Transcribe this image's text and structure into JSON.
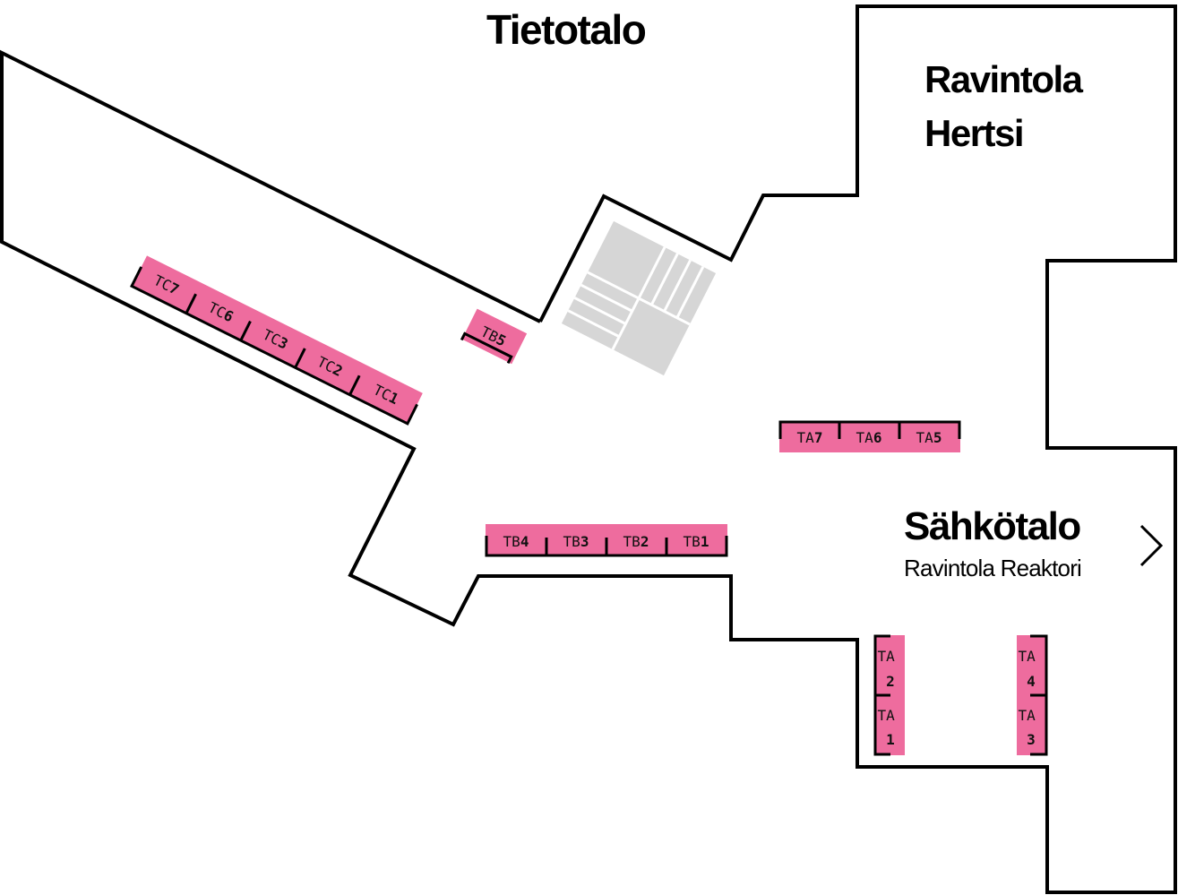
{
  "buildings": {
    "tietotalo": {
      "name": "Tietotalo"
    },
    "hertsi": {
      "line1": "Ravintola",
      "line2": "Hertsi"
    },
    "sahkotalo": {
      "name": "Sähkötalo",
      "subtitle": "Ravintola Reaktori"
    }
  },
  "rooms": {
    "TC7": {
      "prefix": "TC",
      "num": "7"
    },
    "TC6": {
      "prefix": "TC",
      "num": "6"
    },
    "TC3": {
      "prefix": "TC",
      "num": "3"
    },
    "TC2": {
      "prefix": "TC",
      "num": "2"
    },
    "TC1": {
      "prefix": "TC",
      "num": "1"
    },
    "TB5": {
      "prefix": "TB",
      "num": "5"
    },
    "TB4": {
      "prefix": "TB",
      "num": "4"
    },
    "TB3": {
      "prefix": "TB",
      "num": "3"
    },
    "TB2": {
      "prefix": "TB",
      "num": "2"
    },
    "TB1": {
      "prefix": "TB",
      "num": "1"
    },
    "TA7": {
      "prefix": "TA",
      "num": "7"
    },
    "TA6": {
      "prefix": "TA",
      "num": "6"
    },
    "TA5": {
      "prefix": "TA",
      "num": "5"
    },
    "TA1": {
      "prefix": "TA",
      "num": "1"
    },
    "TA2": {
      "prefix": "TA",
      "num": "2"
    },
    "TA3": {
      "prefix": "TA",
      "num": "3"
    },
    "TA4": {
      "prefix": "TA",
      "num": "4"
    }
  },
  "colors": {
    "room_fill": "#ee6c9e",
    "wall": "#000000",
    "stairs": "#d6d6d6"
  },
  "icons": {
    "navigate_next": "chevron-right-icon",
    "stairs": "stairs-icon"
  }
}
